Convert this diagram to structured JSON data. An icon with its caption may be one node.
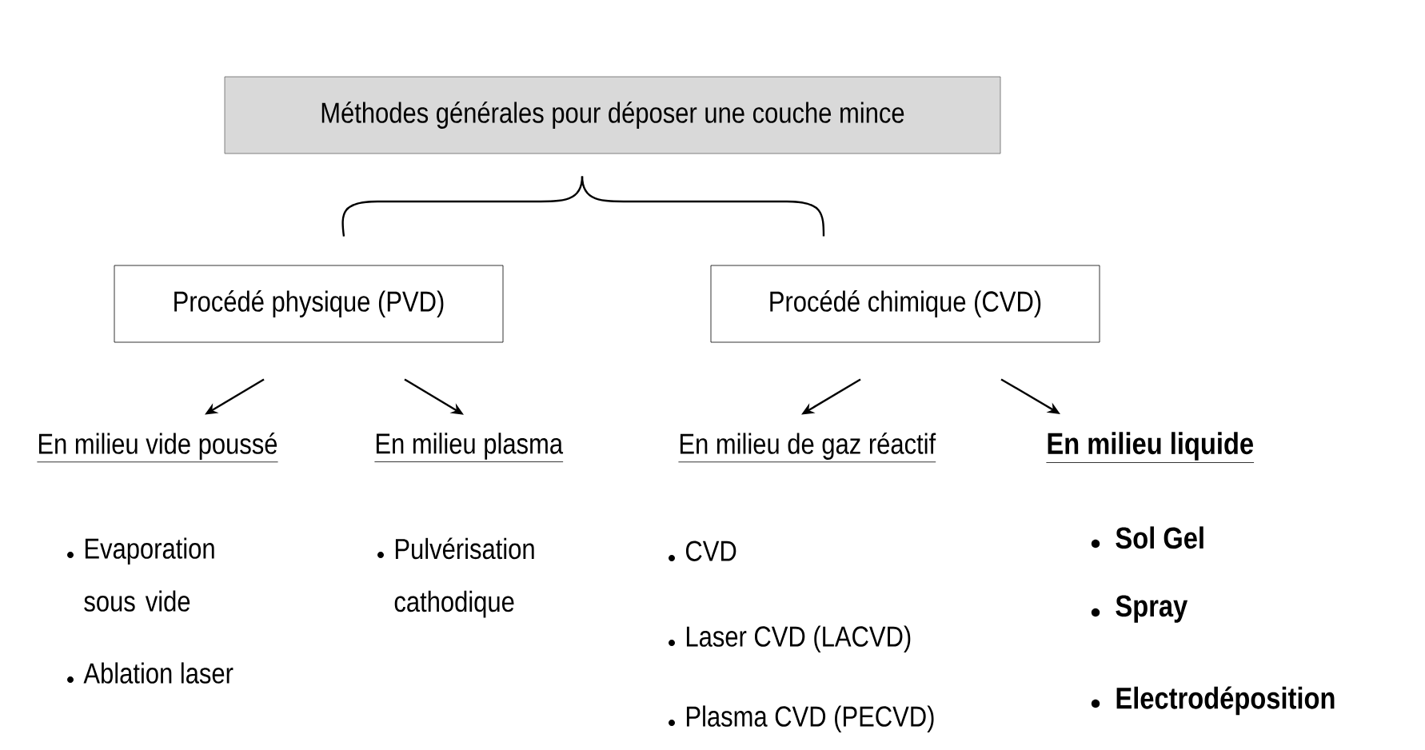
{
  "diagram": {
    "nodes": [
      {
        "text": [
          "Méthodes générales pour déposer une couche mince"
        ]
      },
      {
        "text": [
          "Procédé physique (PVD)"
        ]
      },
      {
        "text": [
          "Procédé chimique (CVD)"
        ]
      },
      {
        "text": [
          "En milieu vide poussé"
        ]
      },
      {
        "text": [
          "En milieu plasma"
        ]
      },
      {
        "text": [
          "En milieu de gaz réactif"
        ]
      },
      {
        "text": [
          "En milieu liquide"
        ]
      }
    ],
    "edges": [
      {
        "from": 0,
        "to": 1,
        "arrow": "none"
      },
      {
        "from": 0,
        "to": 2,
        "arrow": "none"
      },
      {
        "from": 1,
        "to": 3,
        "arrow": "to"
      },
      {
        "from": 1,
        "to": 4,
        "arrow": "to"
      },
      {
        "from": 2,
        "to": 5,
        "arrow": "to"
      },
      {
        "from": 2,
        "to": 6,
        "arrow": "to"
      }
    ],
    "labels": [
      "Evaporation sous vide",
      "Ablation laser",
      "Pulvérisation cathodique",
      "CVD",
      "Laser CVD (LACVD)",
      "Plasma CVD (PECVD)",
      "Sol Gel",
      "Spray",
      "Electrodéposition"
    ]
  }
}
